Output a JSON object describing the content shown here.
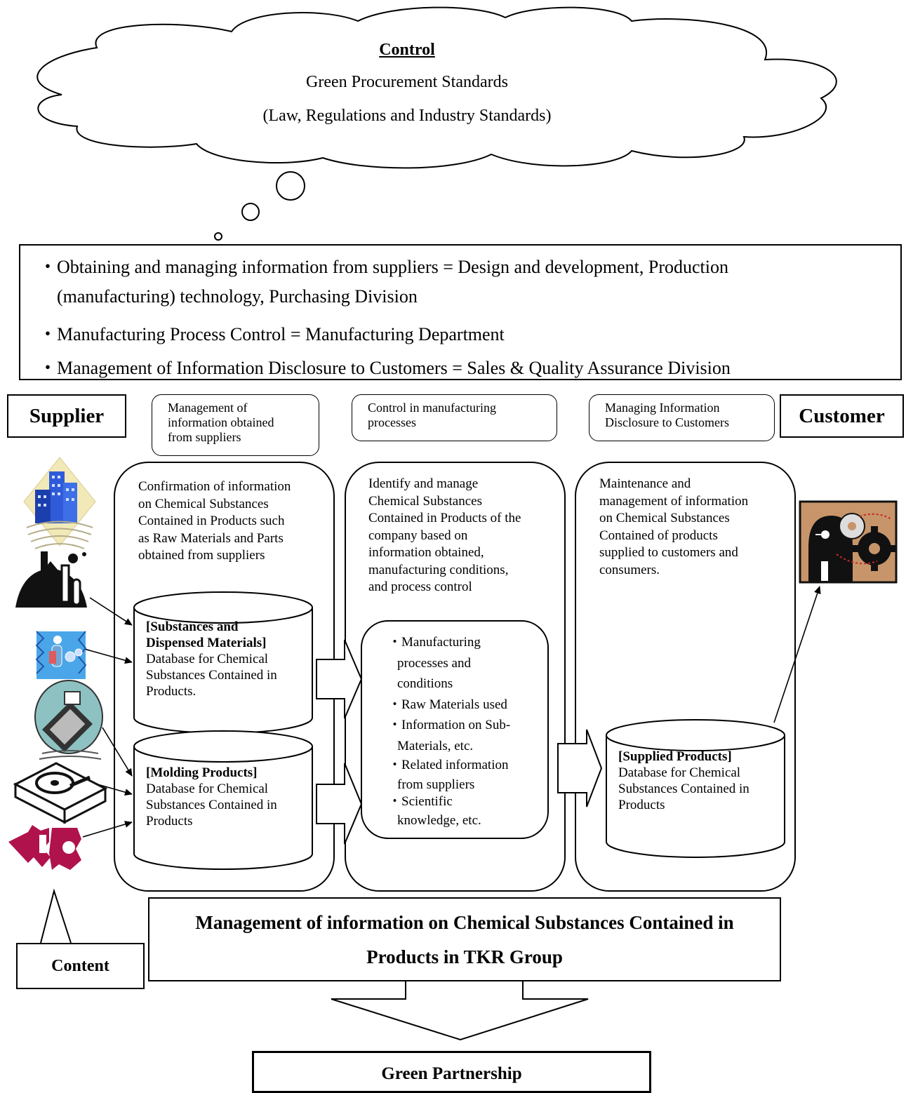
{
  "cloud": {
    "title": "Control",
    "line1": "Green Procurement Standards",
    "line2": "(Law, Regulations and Industry Standards)"
  },
  "responsibilities": [
    "・Obtaining and managing information from suppliers = Design and development, Production",
    "(manufacturing) technology, Purchasing Division",
    "・Manufacturing Process Control = Manufacturing Department",
    "・Management of Information Disclosure to Customers = Sales & Quality Assurance Division"
  ],
  "supplier_label": "Supplier",
  "customer_label": "Customer",
  "columns": [
    {
      "tab_lines": [
        "Management of",
        "information obtained",
        "from suppliers"
      ],
      "description": [
        "Confirmation of information",
        "on Chemical Substances",
        "Contained in Products such",
        "as Raw Materials and Parts",
        "obtained from suppliers"
      ]
    },
    {
      "tab_lines": [
        "Control in manufacturing",
        "processes"
      ],
      "description": [
        "Identify and manage",
        "Chemical Substances",
        "Contained in Products of the",
        "company based on",
        "information obtained,",
        "manufacturing conditions,",
        "and process control"
      ]
    },
    {
      "tab_lines": [
        "Managing Information",
        "Disclosure to Customers"
      ],
      "description": [
        "Maintenance and",
        "management of information",
        "on Chemical Substances",
        "Contained of products",
        "supplied to customers and",
        "consumers."
      ]
    }
  ],
  "databases": {
    "db1": {
      "title_lines": [
        "[Substances and",
        "Dispensed Materials]"
      ],
      "lines": [
        "Database for Chemical",
        "Substances Contained in",
        "Products."
      ]
    },
    "db2": {
      "title_lines": [
        "[Molding Products]"
      ],
      "lines": [
        "Database for Chemical",
        "Substances Contained in",
        "Products"
      ]
    },
    "db3": {
      "title_lines": [
        "[Supplied Products]"
      ],
      "lines": [
        "Database for Chemical",
        "Substances Contained in",
        "Products"
      ]
    }
  },
  "process_list": [
    "・Manufacturing",
    "processes and",
    "conditions",
    "・Raw Materials used",
    "・Information on Sub-",
    "Materials, etc.",
    "・Related information",
    "from suppliers",
    "・Scientific",
    "knowledge, etc."
  ],
  "management_title_lines": [
    "Management of information on Chemical Substances Contained in",
    "Products in TKR Group"
  ],
  "content_label": "Content",
  "green_partnership": "Green Partnership",
  "icons": [
    "building-icon",
    "chemistry-flask-icon",
    "medical-icon",
    "microchip-icon",
    "hard-disk-icon",
    "puzzle-icon",
    "business-gear-icon"
  ]
}
